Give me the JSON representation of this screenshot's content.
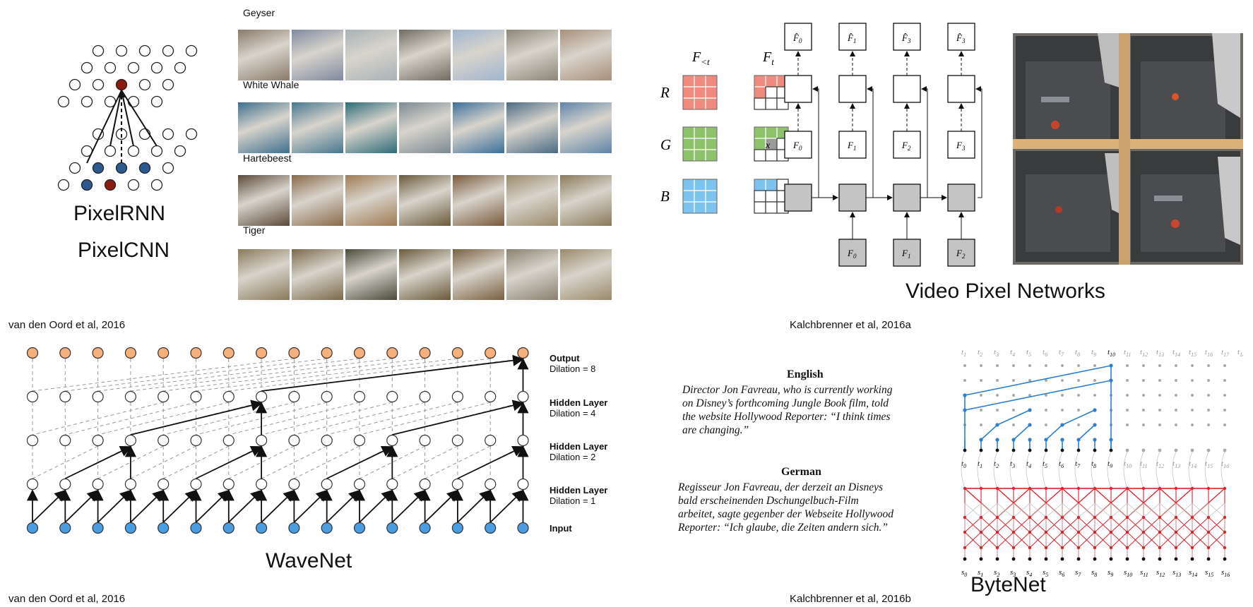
{
  "pixelrnn": {
    "title_rnn": "PixelRNN",
    "title_cnn": "PixelCNN",
    "citation": "van den Oord et al, 2016",
    "categories": [
      "Geyser",
      "White Whale",
      "Hartebeest",
      "Tiger"
    ],
    "colors": {
      "context": "#2c5a8f",
      "current": "#8a1c12"
    }
  },
  "vpn": {
    "title": "Video Pixel Networks",
    "citation": "Kalchbrenner et al, 2016a",
    "channels": [
      "R",
      "G",
      "B"
    ],
    "col_labels": {
      "prev": "F",
      "prev_sub": "<t",
      "cur": "F",
      "cur_sub": "t"
    },
    "pixel_mark": "x",
    "top_frames": [
      "0",
      "1",
      "3",
      "3"
    ],
    "mid_frames": [
      "0",
      "1",
      "2",
      "3"
    ],
    "bottom_frames": [
      "0",
      "1",
      "2"
    ],
    "colors": {
      "R": "#f08a7e",
      "G": "#8dc26a",
      "B": "#7cc3f0",
      "gray": "#c4c4c4"
    }
  },
  "wavenet": {
    "title": "WaveNet",
    "citation": "van den Oord et al, 2016",
    "layers": [
      {
        "title": "Output",
        "sub": "Dilation = 8"
      },
      {
        "title": "Hidden Layer",
        "sub": "Dilation = 4"
      },
      {
        "title": "Hidden Layer",
        "sub": "Dilation = 2"
      },
      {
        "title": "Hidden Layer",
        "sub": "Dilation = 1"
      },
      {
        "title": "Input",
        "sub": ""
      }
    ],
    "colors": {
      "output": "#f6b07c",
      "input": "#4a9de0"
    }
  },
  "bytenet": {
    "title": "ByteNet",
    "citation": "Kalchbrenner et al, 2016b",
    "english_label": "English",
    "english_lines": [
      "Director Jon Favreau, who is currently working",
      "on Disney’s forthcoming Jungle Book film, told",
      "the website Hollywood Reporter: “I think times",
      "are changing.”"
    ],
    "german_label": "German",
    "german_lines": [
      "Regisseur Jon Favreau, der derzeit an Disneys",
      "bald erscheinenden Dschungelbuch-Film",
      "arbeitet, sagte gegenber der Webseite Hollywood",
      "Reporter: “Ich glaube, die Zeiten andern sich.”"
    ],
    "colors": {
      "decoder": "#2b7fd0",
      "encoder": "#d6262e"
    }
  }
}
